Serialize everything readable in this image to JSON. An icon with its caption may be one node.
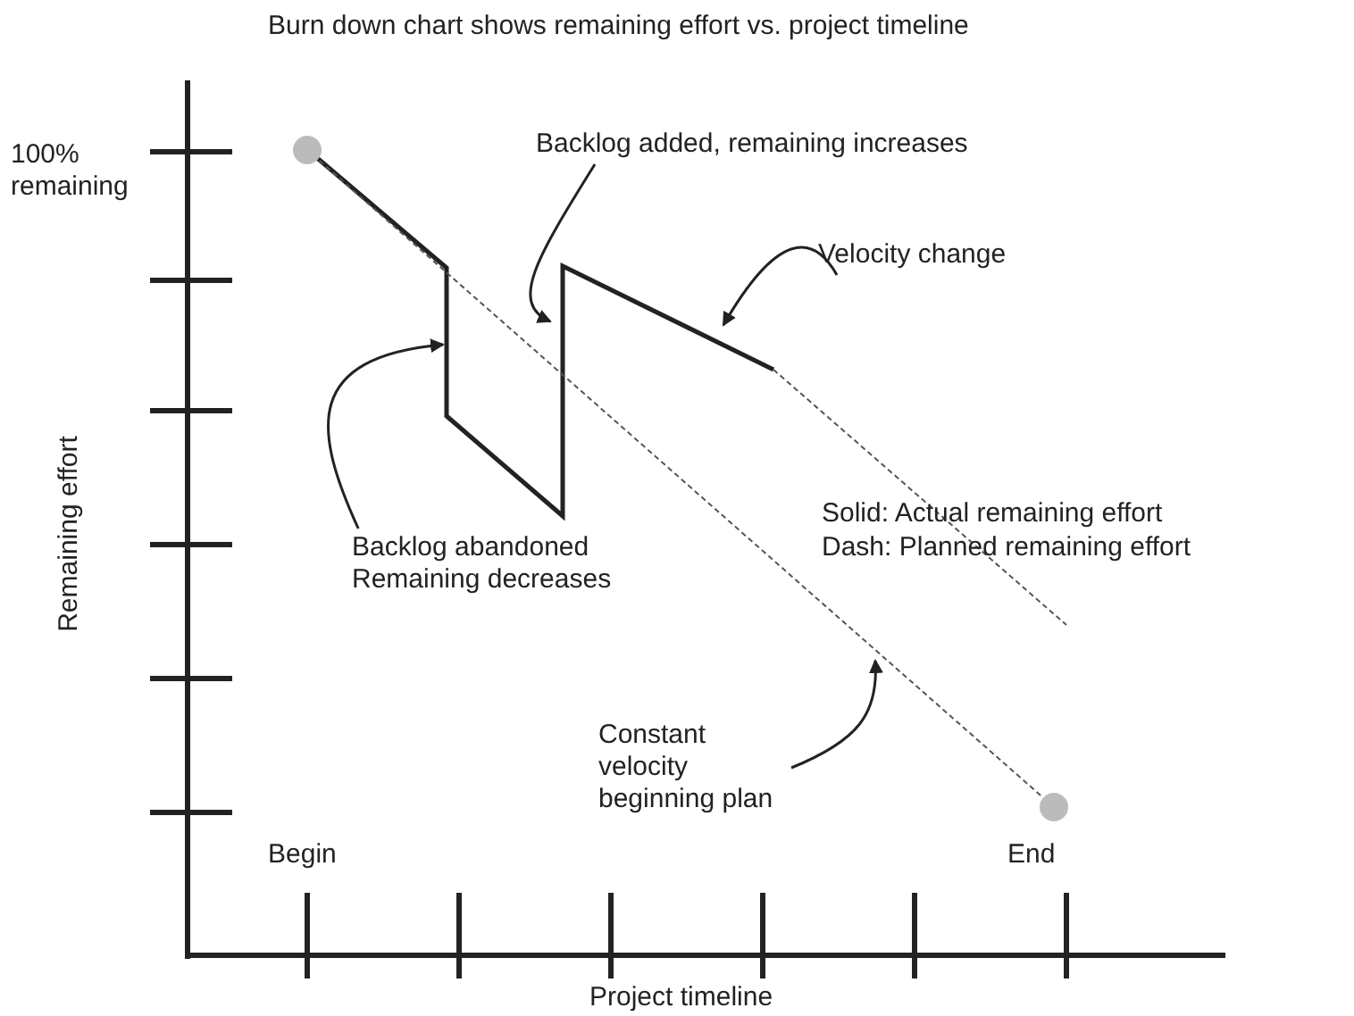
{
  "diagram": {
    "title": "Burn down chart shows remaining effort vs. project timeline",
    "nodes": [
      {
        "text": [],
        "shape": "circle"
      },
      {
        "text": [
          "Backlog added, remaining increases"
        ]
      },
      {
        "text": [
          "Velocity change"
        ]
      },
      {
        "text": [
          "Backlog abandoned Remaining decreases"
        ]
      },
      {
        "text": [
          "Constant velocity beginning plan"
        ]
      },
      {
        "text": [],
        "shape": "circle"
      }
    ],
    "edges": [
      {
        "from": 0,
        "to": 5,
        "arrow": "none",
        "style": "dashed"
      },
      {
        "from": 1,
        "to": null,
        "arrow": "to"
      },
      {
        "from": 2,
        "to": null,
        "arrow": "to"
      },
      {
        "from": 3,
        "to": null,
        "arrow": "to"
      },
      {
        "from": 4,
        "to": null,
        "arrow": "to"
      }
    ],
    "labels": [
      "100% remaining",
      "Remaining effort",
      "Solid: Actual remaining effort",
      "Dash: Planned remaining effort",
      "Begin",
      "End",
      "Project timeline"
    ]
  }
}
